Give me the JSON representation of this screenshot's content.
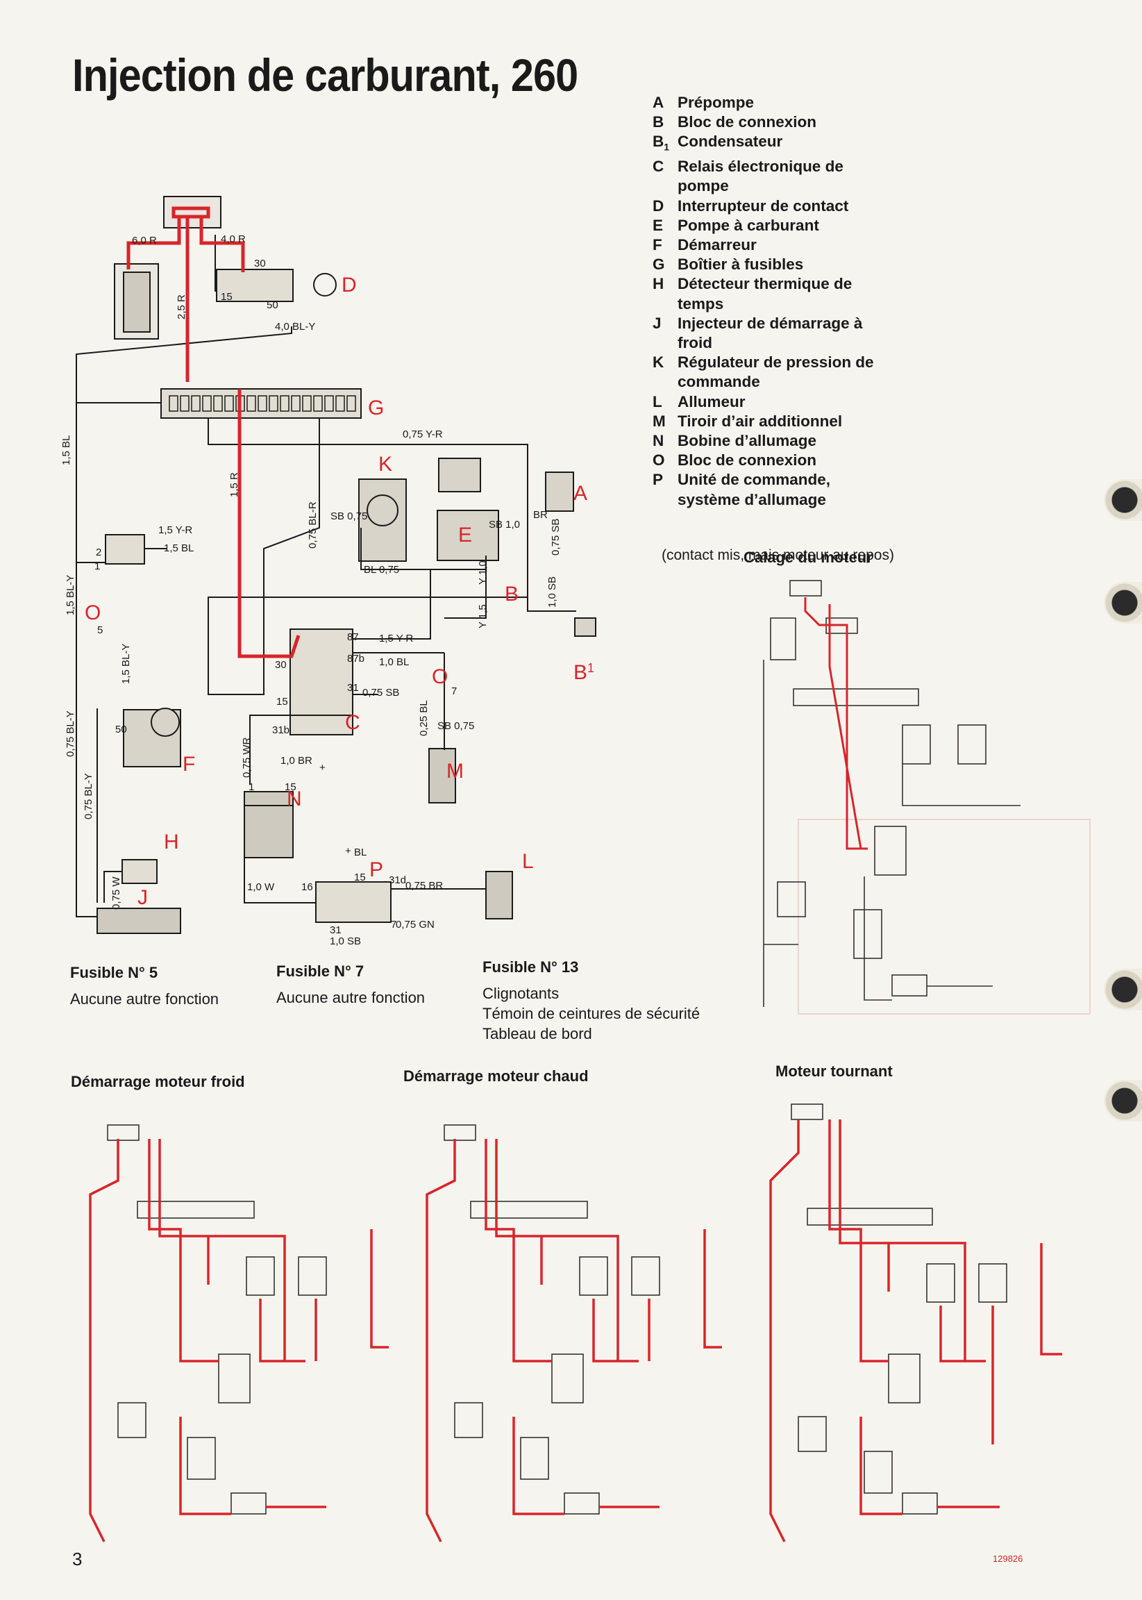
{
  "title": "Injection de carburant, 260",
  "legend": [
    {
      "key": "A",
      "label": "Prépompe"
    },
    {
      "key": "B",
      "label": "Bloc de connexion"
    },
    {
      "key": "B",
      "sub": "1",
      "label": "Condensateur"
    },
    {
      "key": "C",
      "label": "Relais électronique de"
    },
    {
      "key": "",
      "label": "pompe"
    },
    {
      "key": "D",
      "label": "Interrupteur de contact"
    },
    {
      "key": "E",
      "label": "Pompe à carburant"
    },
    {
      "key": "F",
      "label": "Démarreur"
    },
    {
      "key": "G",
      "label": "Boîtier à fusibles"
    },
    {
      "key": "H",
      "label": "Détecteur thermique de"
    },
    {
      "key": "",
      "label": "temps"
    },
    {
      "key": "J",
      "label": "Injecteur de démarrage à"
    },
    {
      "key": "",
      "label": "froid"
    },
    {
      "key": "K",
      "label": "Régulateur de pression de"
    },
    {
      "key": "",
      "label": "commande"
    },
    {
      "key": "L",
      "label": "Allumeur"
    },
    {
      "key": "M",
      "label": "Tiroir d’air additionnel"
    },
    {
      "key": "N",
      "label": "Bobine d’allumage"
    },
    {
      "key": "O",
      "label": "Bloc de connexion"
    },
    {
      "key": "P",
      "label": "Unité de commande,"
    },
    {
      "key": "",
      "label": "système d’allumage"
    }
  ],
  "calage": {
    "title": "Calage du moteur",
    "subtitle": "(contact mis, mais moteur au repos)"
  },
  "fuses": [
    {
      "title": "Fusible N° 5",
      "lines": [
        "Aucune autre fonction"
      ]
    },
    {
      "title": "Fusible N° 7",
      "lines": [
        "Aucune autre fonction"
      ]
    },
    {
      "title": "Fusible N° 13",
      "lines": [
        "Clignotants",
        "Témoin de ceintures de sécurité",
        "Tableau de bord"
      ]
    }
  ],
  "modes": [
    {
      "title": "Démarrage moteur froid"
    },
    {
      "title": "Démarrage moteur chaud"
    },
    {
      "title": "Moteur tournant"
    }
  ],
  "diagram": {
    "component_letters": {
      "A": "A",
      "B": "B",
      "B1": "B",
      "B1_sup": "1",
      "C": "C",
      "D": "D",
      "E": "E",
      "F": "F",
      "G": "G",
      "H": "H",
      "J": "J",
      "K": "K",
      "L": "L",
      "M": "M",
      "N": "N",
      "O1": "O",
      "O2": "O",
      "P": "P"
    },
    "wires": {
      "w60R": "6,0 R",
      "w40R": "4,0 R",
      "w25R": "2,5 R",
      "w40BLY": "4,0 BL-Y",
      "w15BL": "1,5 BL",
      "w075YR": "0,75 Y-R",
      "w15YR": "1,5 Y-R",
      "w15R": "1,5 R",
      "w075BLR": "0,75 BL-R",
      "w15BL2": "1,5 BL",
      "w15BLY": "1,5 BL-Y",
      "w15BLY2": "1,5 BL-Y",
      "w075BLY": "0,75 BL-Y",
      "w075BLY2": "0,75 BL-Y",
      "w075W": "0,75 W",
      "wSB075": "SB 0,75",
      "wBL075": "BL 0,75",
      "wSB10": "SB 1,0",
      "wY10": "Y 1,0",
      "wY15": "Y 1,5",
      "w075SB": "0,75 SB",
      "w10SB": "1,0 SB",
      "wBR": "BR",
      "w15YR2": "1,5 Y-R",
      "w10BL": "1,0 BL",
      "w075SB2": "0,75 SB",
      "w025BL": "0,25 BL",
      "wSB075b": "SB 0,75",
      "w075WR": "0,75 WR",
      "w10BR": "1,0 BR",
      "w10W": "1,0 W",
      "w075BR": "0,75 BR",
      "w075GN": "0,75 GN",
      "w10SB2": "1,0 SB",
      "wBL": "BL"
    },
    "terminals": {
      "t30": "30",
      "t50": "50",
      "t15": "15",
      "t87": "87",
      "t87b": "87b",
      "t30r": "30",
      "t31": "31",
      "t15r": "15",
      "t31b": "31b",
      "t5": "5",
      "t7": "7",
      "t50F": "50",
      "tN1": "1",
      "tN15": "15",
      "t16": "16",
      "t15P": "15",
      "t31d": "31d",
      "t7P": "7",
      "t31P": "31",
      "t1": "1",
      "t2": "2",
      "plus": "+",
      "plusP": "+"
    }
  },
  "page_number": "3",
  "ref_code": "129826"
}
